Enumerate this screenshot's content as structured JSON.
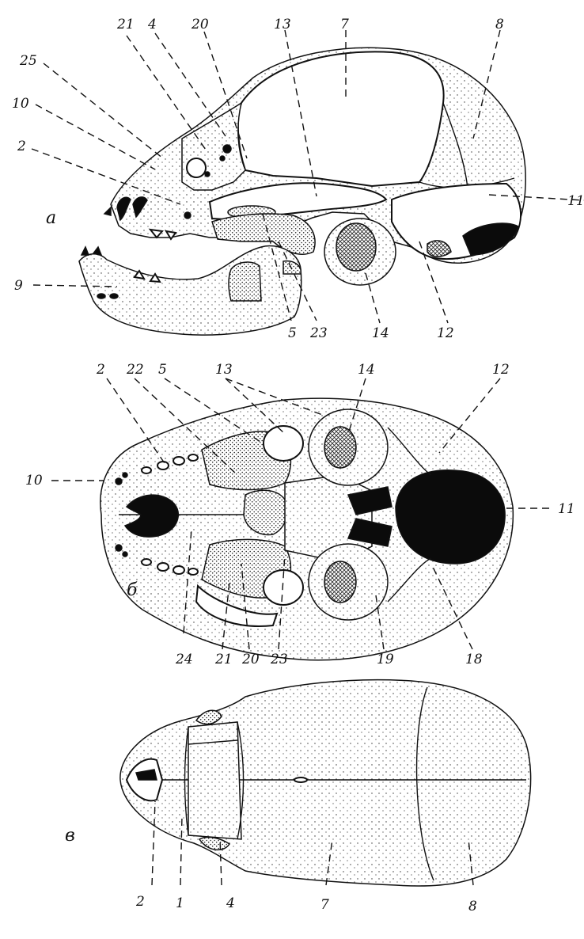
{
  "views": {
    "a": "a",
    "b": "б",
    "c": "в"
  },
  "labels_a": [
    {
      "id": "a-21",
      "text": "21"
    },
    {
      "id": "a-4",
      "text": "4"
    },
    {
      "id": "a-20",
      "text": "20"
    },
    {
      "id": "a-13",
      "text": "13"
    },
    {
      "id": "a-7",
      "text": "7"
    },
    {
      "id": "a-8",
      "text": "8"
    },
    {
      "id": "a-25",
      "text": "25"
    },
    {
      "id": "a-10",
      "text": "10"
    },
    {
      "id": "a-2",
      "text": "2"
    },
    {
      "id": "a-11",
      "text": "11"
    },
    {
      "id": "a-9",
      "text": "9"
    },
    {
      "id": "a-5",
      "text": "5"
    },
    {
      "id": "a-23",
      "text": "23"
    },
    {
      "id": "a-14",
      "text": "14"
    },
    {
      "id": "a-12",
      "text": "12"
    }
  ],
  "labels_b": [
    {
      "id": "b-2",
      "text": "2"
    },
    {
      "id": "b-22",
      "text": "22"
    },
    {
      "id": "b-5",
      "text": "5"
    },
    {
      "id": "b-13",
      "text": "13"
    },
    {
      "id": "b-14",
      "text": "14"
    },
    {
      "id": "b-12",
      "text": "12"
    },
    {
      "id": "b-10",
      "text": "10"
    },
    {
      "id": "b-11",
      "text": "11"
    },
    {
      "id": "b-24",
      "text": "24"
    },
    {
      "id": "b-21",
      "text": "21"
    },
    {
      "id": "b-20",
      "text": "20"
    },
    {
      "id": "b-23",
      "text": "23"
    },
    {
      "id": "b-19",
      "text": "19"
    },
    {
      "id": "b-18",
      "text": "18"
    }
  ],
  "labels_c": [
    {
      "id": "c-2",
      "text": "2"
    },
    {
      "id": "c-1",
      "text": "1"
    },
    {
      "id": "c-4",
      "text": "4"
    },
    {
      "id": "c-7",
      "text": "7"
    },
    {
      "id": "c-8",
      "text": "8"
    }
  ]
}
